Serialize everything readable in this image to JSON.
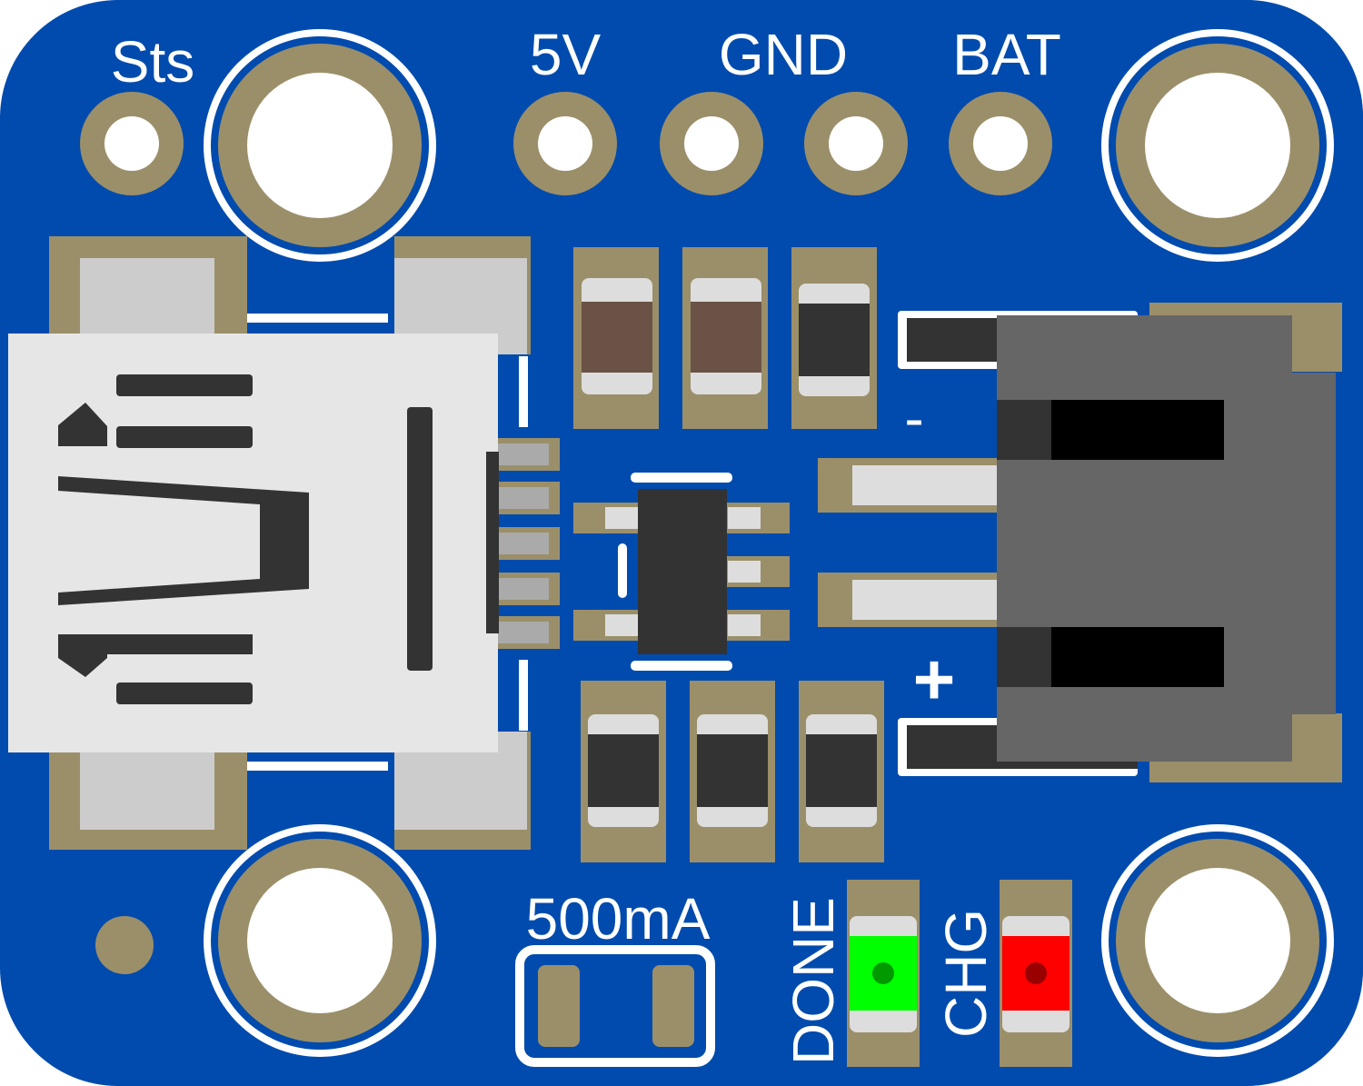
{
  "board": {
    "pin_labels": {
      "status": "Sts",
      "five_volt": "5V",
      "ground": "GND",
      "battery": "BAT"
    },
    "battery_polarity": {
      "negative": "-",
      "positive": "+"
    },
    "jumper_label": "500mA",
    "led_labels": {
      "done": "DONE",
      "charge": "CHG"
    },
    "led_colors": {
      "done": "#00ff00",
      "charge": "#ff0000"
    },
    "colors": {
      "pcb": "#004bad",
      "pad": "#9b8f6a",
      "silkscreen": "#ffffff",
      "usb_body": "#e6e6e6",
      "jst_body": "#666666"
    }
  }
}
